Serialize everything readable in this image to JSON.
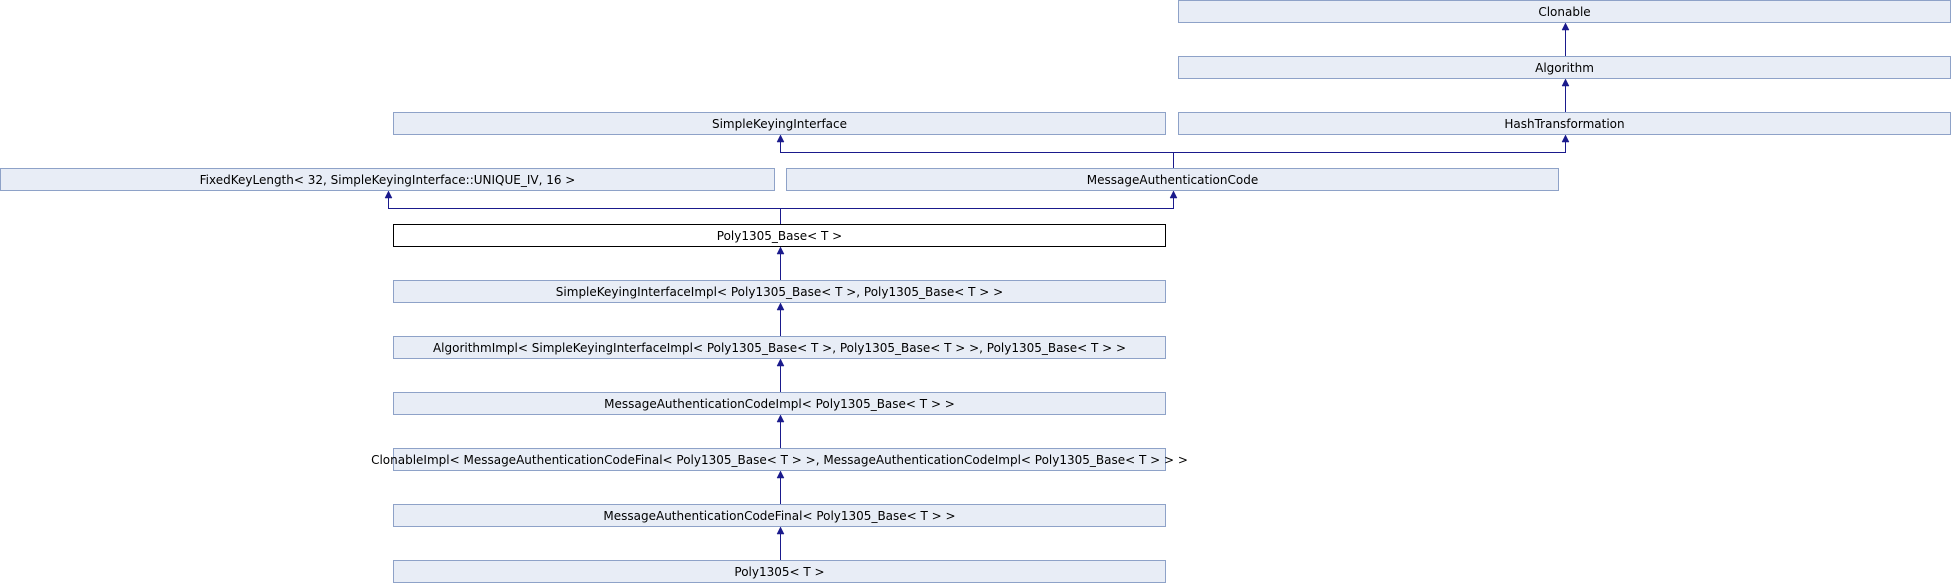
{
  "diagram": {
    "edge_color": "#1a1a8c",
    "node_fill": "#e8edf6",
    "node_border": "#8ea2c8",
    "nodes": [
      {
        "id": "clonable",
        "label": "Clonable"
      },
      {
        "id": "algorithm",
        "label": "Algorithm"
      },
      {
        "id": "simplekeyinginterface",
        "label": "SimpleKeyingInterface"
      },
      {
        "id": "hashtransformation",
        "label": "HashTransformation"
      },
      {
        "id": "fixedkeylength",
        "label": "FixedKeyLength< 32, SimpleKeyingInterface::UNIQUE_IV, 16 >"
      },
      {
        "id": "messageauthenticationcode",
        "label": "MessageAuthenticationCode"
      },
      {
        "id": "poly1305base",
        "label": "Poly1305_Base< T >",
        "current": true
      },
      {
        "id": "simplekeyinginterfaceimpl",
        "label": "SimpleKeyingInterfaceImpl< Poly1305_Base< T >, Poly1305_Base< T > >"
      },
      {
        "id": "algorithmimpl",
        "label": "AlgorithmImpl< SimpleKeyingInterfaceImpl< Poly1305_Base< T >, Poly1305_Base< T > >, Poly1305_Base< T > >"
      },
      {
        "id": "messageauthenticationcodeimpl",
        "label": "MessageAuthenticationCodeImpl< Poly1305_Base< T > >"
      },
      {
        "id": "clonableimpl",
        "label": "ClonableImpl< MessageAuthenticationCodeFinal< Poly1305_Base< T > >, MessageAuthenticationCodeImpl< Poly1305_Base< T > > >"
      },
      {
        "id": "messageauthenticationcodefinal",
        "label": "MessageAuthenticationCodeFinal< Poly1305_Base< T > >"
      },
      {
        "id": "poly1305",
        "label": "Poly1305< T >"
      }
    ],
    "edges": [
      {
        "from": "algorithm",
        "to": "clonable"
      },
      {
        "from": "hashtransformation",
        "to": "algorithm"
      },
      {
        "from": "messageauthenticationcode",
        "to": "simplekeyinginterface"
      },
      {
        "from": "messageauthenticationcode",
        "to": "hashtransformation"
      },
      {
        "from": "poly1305base",
        "to": "fixedkeylength"
      },
      {
        "from": "poly1305base",
        "to": "messageauthenticationcode"
      },
      {
        "from": "simplekeyinginterfaceimpl",
        "to": "poly1305base"
      },
      {
        "from": "algorithmimpl",
        "to": "simplekeyinginterfaceimpl"
      },
      {
        "from": "messageauthenticationcodeimpl",
        "to": "algorithmimpl"
      },
      {
        "from": "clonableimpl",
        "to": "messageauthenticationcodeimpl"
      },
      {
        "from": "messageauthenticationcodefinal",
        "to": "clonableimpl"
      },
      {
        "from": "poly1305",
        "to": "messageauthenticationcodefinal"
      }
    ]
  }
}
